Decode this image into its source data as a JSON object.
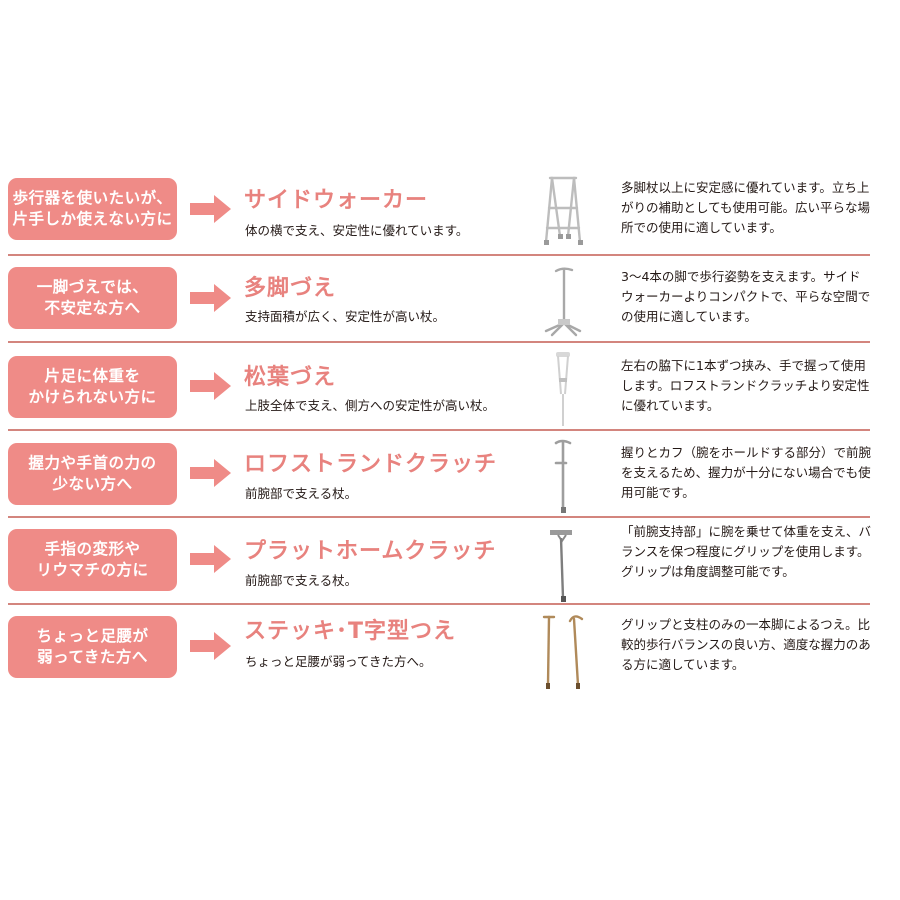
{
  "colors": {
    "accent": "#ef8b87",
    "title": "#e8827e",
    "separator": "#d3857e",
    "text": "#231815"
  },
  "rows": [
    {
      "badge": "歩行器を使いたいが、\n片手しか使えない方に",
      "arrow_icon": "arrow-right-icon",
      "title": "サイドウォーカー",
      "subtitle": "体の横で支え、安定性に優れています。",
      "image": "side-walker-icon",
      "description": "多脚杖以上に安定感に優れています。立ち上がりの補助としても使用可能。広い平らな場所での使用に適しています。"
    },
    {
      "badge": "一脚づえでは、\n不安定な方へ",
      "arrow_icon": "arrow-right-icon",
      "title": "多脚づえ",
      "subtitle": "支持面積が広く、安定性が高い杖。",
      "image": "quad-cane-icon",
      "description": "3～4本の脚で歩行姿勢を支えます。サイドウォーカーよりコンパクトで、平らな空間での使用に適しています。"
    },
    {
      "badge": "片足に体重を\nかけられない方に",
      "arrow_icon": "arrow-right-icon",
      "title": "松葉づえ",
      "subtitle": "上肢全体で支え、側方への安定性が高い杖。",
      "image": "axillary-crutch-icon",
      "description": "左右の脇下に1本ずつ挟み、手で握って使用します。ロフストランドクラッチより安定性に優れています。"
    },
    {
      "badge": "握力や手首の力の\n少ない方へ",
      "arrow_icon": "arrow-right-icon",
      "title": "ロフストランドクラッチ",
      "subtitle": "前腕部で支える杖。",
      "image": "lofstrand-crutch-icon",
      "description": "握りとカフ（腕をホールドする部分）で前腕を支えるため、握力が十分にない場合でも使用可能です。"
    },
    {
      "badge": "手指の変形や\nリウマチの方に",
      "arrow_icon": "arrow-right-icon",
      "title": "プラットホームクラッチ",
      "subtitle": "前腕部で支える杖。",
      "image": "platform-crutch-icon",
      "description": "「前腕支持部」に腕を乗せて体重を支え、バランスを保つ程度にグリップを使用します。グリップは角度調整可能です。"
    },
    {
      "badge": "ちょっと足腰が\n弱ってきた方へ",
      "arrow_icon": "arrow-right-icon",
      "title": "ステッキ･T字型つえ",
      "subtitle": "ちょっと足腰が弱ってきた方へ。",
      "image": "walking-stick-icon",
      "description": "グリップと支柱のみの一本脚によるつえ。比較的歩行バランスの良い方、適度な握力のある方に適しています。"
    }
  ]
}
